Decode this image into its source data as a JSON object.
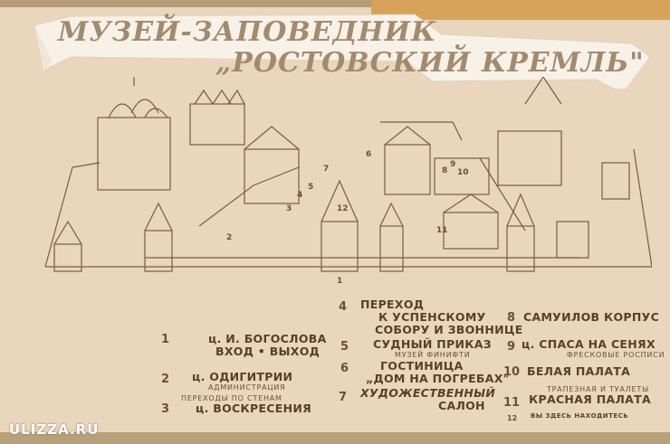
{
  "title": {
    "line1": "МУЗЕЙ-ЗАПОВЕДНИК",
    "line2": "„РОСТОВСКИЙ КРЕМЛЬ\""
  },
  "map_numbers": [
    "1",
    "2",
    "3",
    "4",
    "5",
    "6",
    "7",
    "8",
    "9",
    "10",
    "11",
    "12"
  ],
  "legend": [
    {
      "n": "1",
      "text": "ц. И. БОГОСЛОВА",
      "text2": "ВХОД • ВЫХОД",
      "sub": ""
    },
    {
      "n": "2",
      "text": "ц. ОДИГИТРИИ",
      "text2": "",
      "sub": "АДМИНИСТРАЦИЯ"
    },
    {
      "n": "3",
      "text": "ц. ВОСКРЕСЕНИЯ",
      "text2": "",
      "sub": "ПЕРЕХОДЫ ПО СТЕНАМ"
    },
    {
      "n": "4",
      "text": "ПЕРЕХОД",
      "text2": "К УСПЕНСКОМУ",
      "text3": "СОБОРУ И ЗВОННИЦЕ"
    },
    {
      "n": "5",
      "text": "СУДНЫЙ ПРИКАЗ",
      "text2": "",
      "sub": "МУЗЕЙ ФИНИФТИ"
    },
    {
      "n": "6",
      "text": "ГОСТИНИЦА",
      "text2": "„ДОМ НА ПОГРЕБАХ\""
    },
    {
      "n": "7",
      "text": "ХУДОЖЕСТВЕННЫЙ",
      "text2": "САЛОН"
    },
    {
      "n": "8",
      "text": "САМУИЛОВ КОРПУС"
    },
    {
      "n": "9",
      "text": "ц. СПАСА НА СЕНЯХ",
      "sub": "ФРЕСКОВЫЕ РОСПИСИ"
    },
    {
      "n": "10",
      "text": "БЕЛАЯ ПАЛАТА"
    },
    {
      "n": "11",
      "text": "КРАСНАЯ ПАЛАТА",
      "sub": "ТРАПЕЗНАЯ И ТУАЛЕТЫ"
    },
    {
      "n": "12",
      "text": "ВЫ ЗДЕСЬ НАХОДИТЕСЬ"
    }
  ],
  "watermark": "ULIZZA.RU",
  "colors": {
    "board": "#e9d6bd",
    "ink": "#6b4f35",
    "ribbon": "#f7f1e8",
    "title": "#a38a6e"
  }
}
